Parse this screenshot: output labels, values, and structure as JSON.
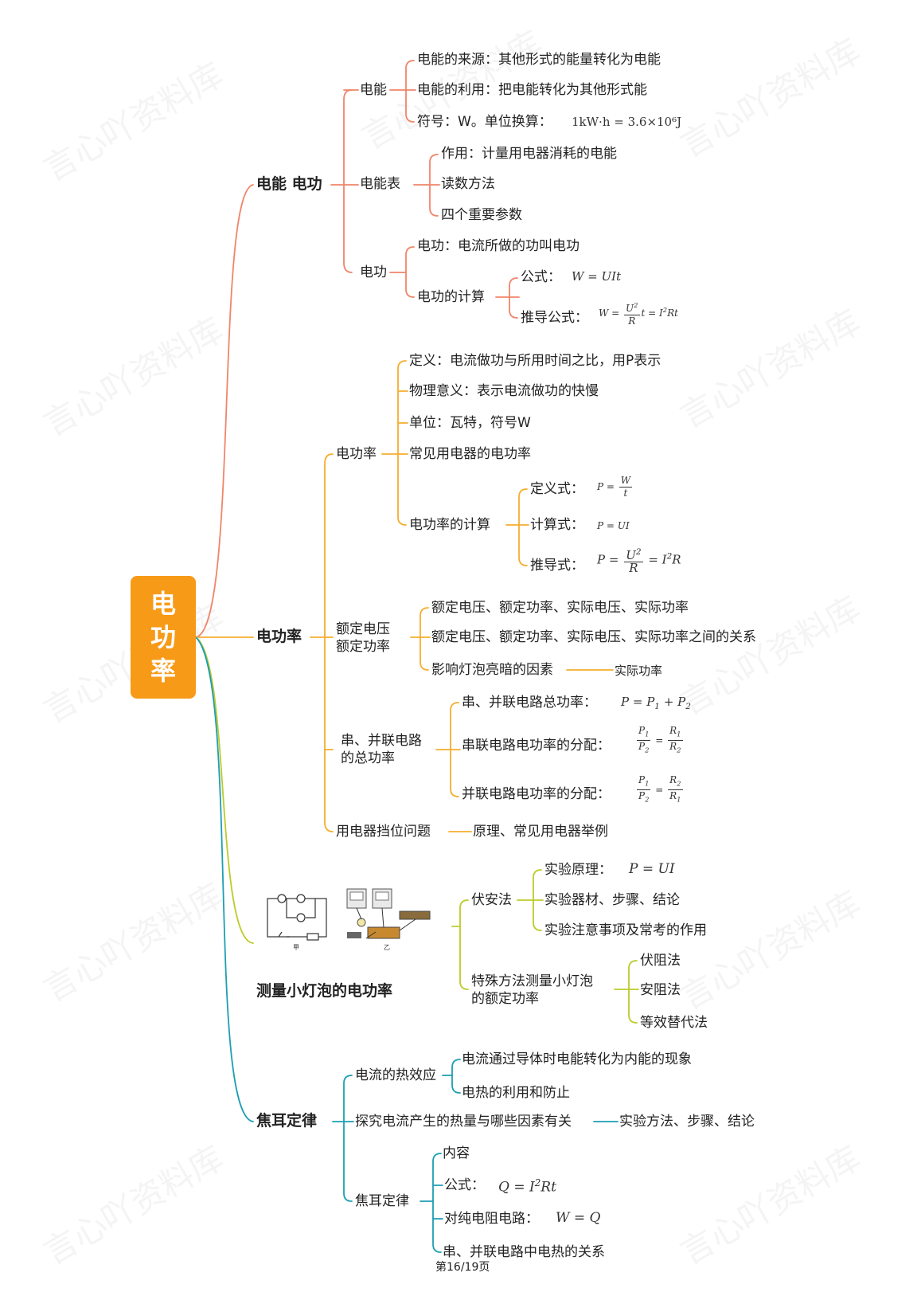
{
  "root": [
    "电",
    "功",
    "率"
  ],
  "watermark": "言心吖资料库",
  "footer": "第16/19页",
  "colors": {
    "orange": "#f79a17",
    "salmon": "#f0856a",
    "amber": "#f6ad2f",
    "lime": "#bccb2a",
    "teal": "#1d9fb3"
  },
  "b1": {
    "label": "电能 电功",
    "dn": {
      "label": "电能",
      "source": "电能的来源：其他形式的能量转化为电能",
      "use": "电能的利用：把电能转化为其他形式能",
      "symbol": "符号：W。单位换算：",
      "symbol_f": "1kW·h = 3.6×10⁶J"
    },
    "meter": {
      "label": "电能表",
      "role": "作用：计量用电器消耗的电能",
      "read": "读数方法",
      "params": "四个重要参数"
    },
    "work": {
      "label": "电功",
      "def": "电功：电流所做的功叫电功",
      "calc": "电功的计算",
      "formula": "公式：",
      "formula_f": "W = UIt",
      "derived": "推导公式："
    }
  },
  "b2": {
    "label": "电功率",
    "power": {
      "label": "电功率",
      "def": "定义：电流做功与所用时间之比，用P表示",
      "meaning": "物理意义：表示电流做功的快慢",
      "unit": "单位：瓦特，符号W",
      "common": "常见用电器的电功率",
      "calc": "电功率的计算",
      "def_f": "定义式：",
      "calc_f": "计算式：",
      "calc_f_v": "P = UI",
      "der_f": "推导式："
    },
    "rated": {
      "label1": "额定电压",
      "label2": "额定功率",
      "c1": "额定电压、额定功率、实际电压、实际功率",
      "c2": "额定电压、额定功率、实际电压、实际功率之间的关系",
      "c3": "影响灯泡亮暗的因素",
      "c3_child": "实际功率"
    },
    "series": {
      "label1": "串、并联电路",
      "label2": "的总功率",
      "total": "串、并联电路总功率：",
      "ser": "串联电路电功率的分配：",
      "par": "并联电路电功率的分配："
    },
    "gear": {
      "label": "用电器挡位问题",
      "child": "原理、常见用电器举例"
    }
  },
  "b3": {
    "label": "测量小灯泡的电功率",
    "va": {
      "label": "伏安法",
      "principle": "实验原理：",
      "principle_f": "P = UI",
      "equip": "实验器材、步骤、结论",
      "notes": "实验注意事项及常考的作用"
    },
    "special": {
      "label1": "特殊方法测量小灯泡",
      "label2": "的额定功率",
      "m1": "伏阻法",
      "m2": "安阻法",
      "m3": "等效替代法"
    },
    "fig_labels": [
      "甲",
      "乙"
    ]
  },
  "b4": {
    "label": "焦耳定律",
    "heat": {
      "label": "电流的热效应",
      "c1": "电流通过导体时电能转化为内能的现象",
      "c2": "电热的利用和防止"
    },
    "explore": {
      "label": "探究电流产生的热量与哪些因素有关",
      "child": "实验方法、步骤、结论"
    },
    "law": {
      "label": "焦耳定律",
      "content": "内容",
      "formula": "公式：",
      "pure": "对纯电阻电路：",
      "pure_f": "W = Q",
      "sp": "串、并联电路中电热的关系"
    }
  }
}
